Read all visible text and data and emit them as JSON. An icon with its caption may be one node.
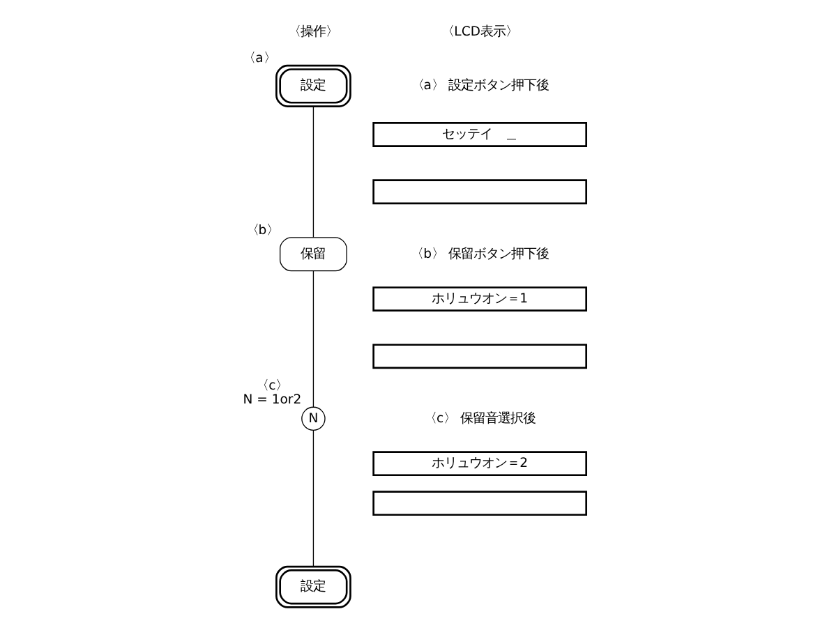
{
  "diagram": {
    "nodes": [
      {
        "text": [
          "設定"
        ],
        "beside": [
          "〈a〉"
        ]
      },
      {
        "text": [
          "保留"
        ],
        "beside": [
          "〈b〉"
        ]
      },
      {
        "text": [
          "N"
        ],
        "beside": [
          "〈c〉",
          "N = 1or2"
        ]
      },
      {
        "text": [
          "設定"
        ]
      },
      {
        "text": [
          "セッテイ　＿"
        ]
      },
      {
        "text": [],
        "shape": "box"
      },
      {
        "text": [
          "ホリュウオン＝1"
        ]
      },
      {
        "text": [],
        "shape": "box"
      },
      {
        "text": [
          "ホリュウオン＝2"
        ]
      },
      {
        "text": [],
        "shape": "box"
      }
    ],
    "edges": [
      {
        "from": 0,
        "to": 1,
        "arrow": "none"
      },
      {
        "from": 1,
        "to": 2,
        "arrow": "none"
      },
      {
        "from": 2,
        "to": 3,
        "arrow": "none"
      }
    ],
    "labels": [
      "〈操作〉",
      "〈LCD表示〉",
      "〈a〉 設定ボタン押下後",
      "〈b〉 保留ボタン押下後",
      "〈c〉 保留音選択後"
    ]
  }
}
